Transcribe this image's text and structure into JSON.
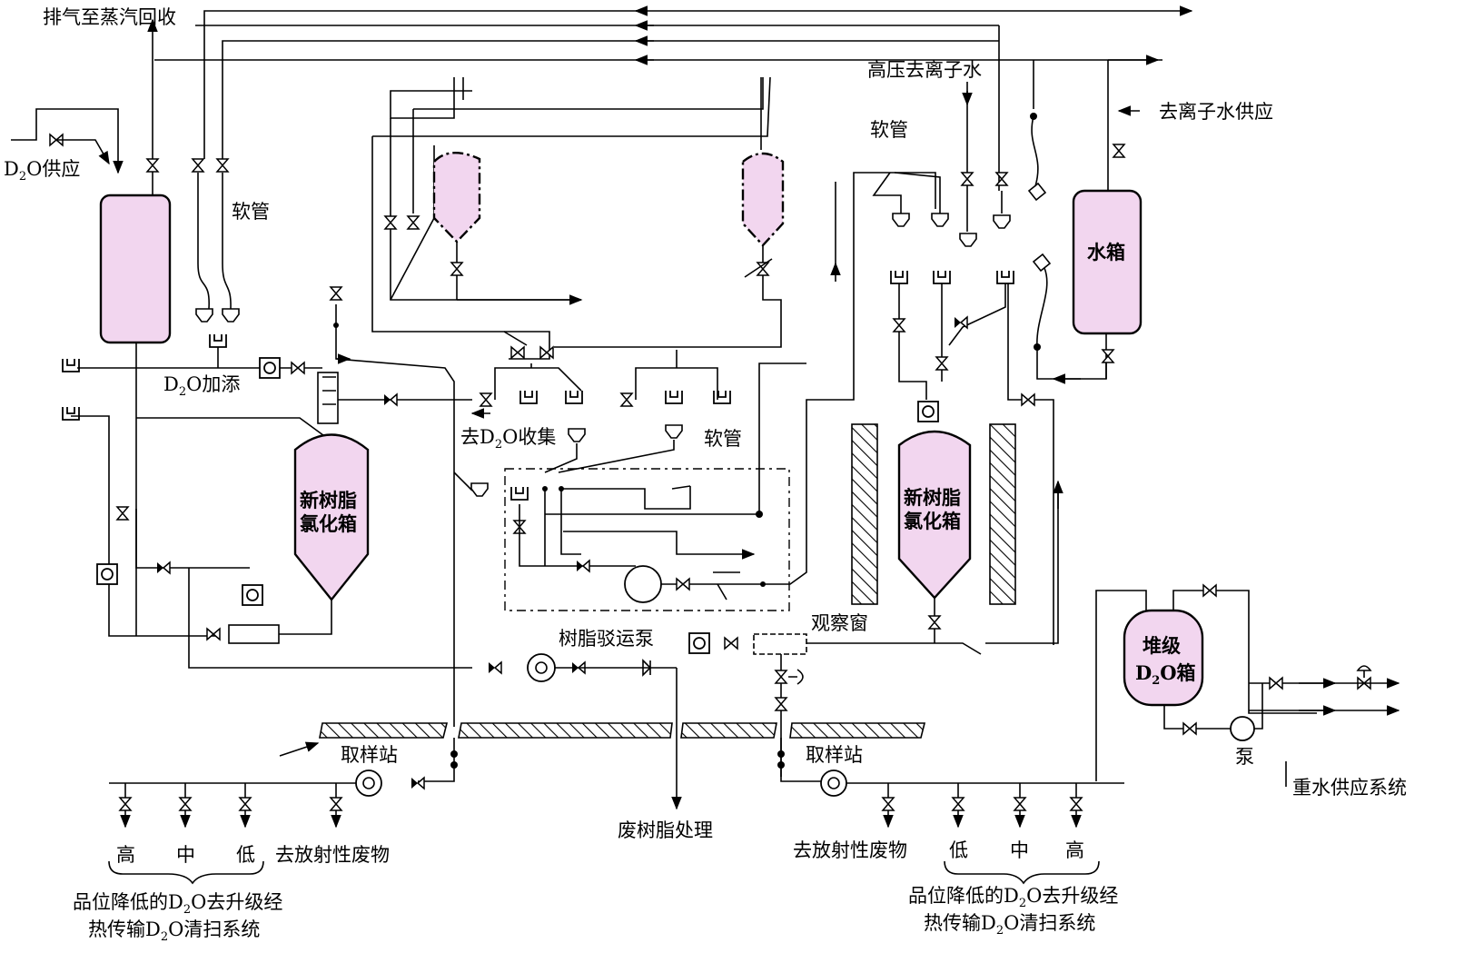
{
  "labels": {
    "vent_to_steam_recovery": "排气至蒸汽回收",
    "d2o_supply": "D",
    "d2o_supply_sub": "2",
    "d2o_supply_tail": "O供应",
    "hose": "软管",
    "d2o_addition": "D",
    "d2o_addition_sub": "2",
    "d2o_addition_tail": "O加添",
    "to_d2o_collection_pre": "去D",
    "to_d2o_collection_sub": "2",
    "to_d2o_collection_tail": "O收集",
    "hp_deionized_water": "高压去离子水",
    "deionized_water_supply": "去离子水供应",
    "resin_transfer_pump": "树脂驳运泵",
    "observation_window": "观察窗",
    "sampling_station": "取样站",
    "to_radioactive_waste": "去放射性废物",
    "spent_resin_treatment": "废树脂处理",
    "pump": "泵",
    "heavy_water_supply_system": "重水供应系统",
    "grade_high": "高",
    "grade_mid": "中",
    "grade_low": "低",
    "downgraded_line1_pre": "品位降低的D",
    "downgraded_line1_sub": "2",
    "downgraded_line1_tail": "O去升级经",
    "downgraded_line2_pre": "热传输D",
    "downgraded_line2_sub": "2",
    "downgraded_line2_tail": "O清扫系统"
  },
  "vessels": {
    "new_resin_tank_line1": "新树脂",
    "new_resin_tank_line2": "氯化箱",
    "water_tank": "水箱",
    "stack_tank_line1": "堆级",
    "stack_tank_line2_pre": "D",
    "stack_tank_line2_sub": "2",
    "stack_tank_line2_tail": "O箱"
  },
  "colors": {
    "vessel_fill": "#f2d6ef",
    "line": "#000000",
    "background": "#ffffff"
  }
}
